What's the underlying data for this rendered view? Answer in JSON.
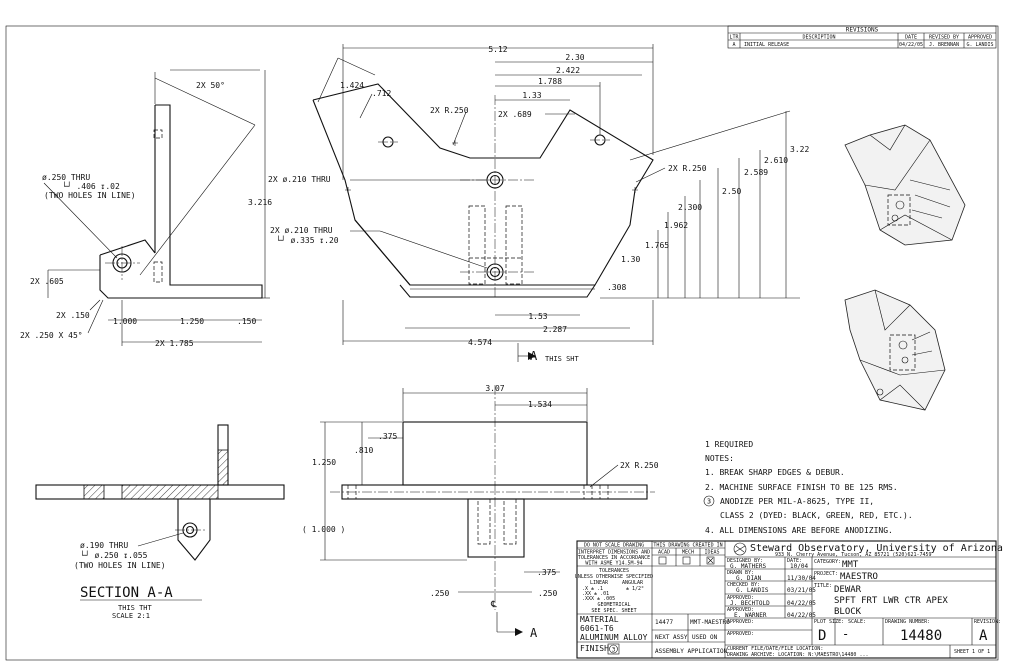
{
  "revisions": {
    "title": "REVISIONS",
    "headers": [
      "LTR",
      "DESCRIPTION",
      "DATE",
      "REVISED BY",
      "APPROVED"
    ],
    "rows": [
      [
        "A",
        "INITIAL RELEASE",
        "04/22/05",
        "J. BRENNAN",
        "G. LANDIS"
      ]
    ]
  },
  "front_view": {
    "dims": {
      "overall_width": "5.12",
      "d_230": "2.30",
      "d_2422": "2.422",
      "d_1788": "1.788",
      "d_133": "1.33",
      "d_689": "2X .689",
      "d_1424": "1.424",
      "d_712": ".712",
      "r250_top": "2X R.250",
      "r250_right": "2X R.250",
      "hole_210_a": "2X ø.210 THRU",
      "hole_210_b": "2X ø.210 THRU",
      "cbore_335": "└┘ ø.335 ↧.20",
      "h_322": "3.22",
      "h_2610": "2.610",
      "h_2589": "2.589",
      "h_250": "2.50",
      "h_2300": "2.300",
      "h_1962": "1.962",
      "h_1765": "1.765",
      "h_130": "1.30",
      "h_308": ".308",
      "w_153": "1.53",
      "w_2287": "2.287",
      "w_4574": "4.574"
    },
    "section_marker": "THIS SHT",
    "section_letter": "A"
  },
  "side_view": {
    "dims": {
      "angle": "2X 50°",
      "height": "3.216",
      "hole_250": "ø.250 THRU",
      "cbore_406": "└┘ .406 ↧.02",
      "two_holes": "(TWO HOLES IN LINE)",
      "d_605": "2X .605",
      "d_150a": "2X .150",
      "chamfer": "2X .250 X 45°",
      "d_1000": "1.000",
      "d_1250": "1.250",
      "d_150b": ".150",
      "d_1785": "2X 1.785"
    }
  },
  "top_view": {
    "dims": {
      "width": "3.07",
      "d_1534": "1.534",
      "d_375a": ".375",
      "d_810": ".810",
      "d_1250": "1.250",
      "d_1000": "( 1.000 )",
      "r250": "2X R.250",
      "d_375b": ".375",
      "d_250a": ".250",
      "d_250b": ".250",
      "section_letter": "A"
    }
  },
  "section_view": {
    "hole_190": "ø.190 THRU",
    "cbore_250": "└┘ ø.250 ↧.055",
    "two_holes": "(TWO HOLES IN LINE)",
    "title": "SECTION  A-A",
    "sheet": "THIS THT",
    "scale": "SCALE 2:1"
  },
  "notes": {
    "qty": "1 REQUIRED",
    "heading": "NOTES:",
    "items": [
      "1.  BREAK SHARP EDGES & DEBUR.",
      "2.  MACHINE SURFACE FINISH TO BE 125 RMS.",
      "ANODIZE PER MIL-A-8625, TYPE II,",
      "CLASS 2 (DYED: BLACK, GREEN, RED, ETC.).",
      "4.  ALL DIMENSIONS ARE BEFORE ANODIZING."
    ],
    "note3_num": "3"
  },
  "title_block": {
    "do_not_scale": "DO NOT SCALE DRAWING",
    "interpret": [
      "INTERPRET DIMENSIONS AND",
      "TOLERANCES IN ACCORDANCE",
      "WITH ASME Y14.5M-94"
    ],
    "tolerances": "TOLERANCES",
    "unless": "UNLESS OTHERWISE SPECIFIED",
    "linear": "LINEAR",
    "angular": "ANGULAR",
    "ang_val": "± 1/2°",
    "tol_x": ".X   ± .1",
    "tol_xx": ".XX  ± .01",
    "tol_xxx": ".XXX ± .005",
    "geometrical": "GEOMETRICAL",
    "see_spec": "SEE SPEC. SHEET",
    "created_in": "THIS DRAWING CREATED IN",
    "acad": "ACAD",
    "mech": "MECH",
    "ideas": "IDEAS",
    "material_label": "MATERIAL",
    "material": [
      "6061-T6",
      "ALUMINUM ALLOY"
    ],
    "finish_label": "FINISH",
    "finish_num": "3",
    "part_no": "14477",
    "assy_code": "MMT-MAESTRO",
    "next_assy": "NEXT ASSY",
    "used_on": "USED ON",
    "application": "ASSEMBLY APPLICATION",
    "org": "Steward Observatory, University of Arizona",
    "address": "933 N. Cherry Avenue, Tucson, AZ  85721  (520)621-7459",
    "designed_by_label": "DESIGNED BY:",
    "designed_by": "G. MATHERS",
    "designed_date": "10/04",
    "date_label": "DATE:",
    "drawn_by_label": "DRAWN BY:",
    "drawn_by": "G. DIAN",
    "drawn_date": "11/30/04",
    "checked_label": "CHECKED BY:",
    "checked_by": "G. LANDIS",
    "checked_date": "03/21/05",
    "approved_label": "APPROVED:",
    "approved_1": "J. BECHTOLD",
    "approved_1_date": "04/22/05",
    "approved_2": "E. WARNER",
    "approved_2_date": "04/22/05",
    "category_label": "CATEGORY:",
    "category": "MMT",
    "project_label": "PROJECT:",
    "project": "MAESTRO",
    "title_label": "TITLE:",
    "title_lines": [
      "DEWAR",
      "SPFT FRT LWR CTR APEX",
      "BLOCK"
    ],
    "plot_size_label": "PLOT SIZE:",
    "scale_label": "SCALE:",
    "plot_size": "D",
    "scale": "-",
    "drawing_no_label": "DRAWING NUMBER:",
    "drawing_no": "14480",
    "revision_label": "REVISION:",
    "revision": "A",
    "sheet": "SHEET 1 OF 1",
    "location": "CURRENT FILE/DATE/FILE LOCATION:",
    "disclaimer": "DRAWING ARCHIVE: LOCATION: N:\\MAESTRO\\14480 ...",
    "approved_small": "APPROVED:"
  },
  "colors": {
    "ink": "#111111",
    "paper": "#ffffff",
    "iso_fill": "#f2f2f2"
  }
}
